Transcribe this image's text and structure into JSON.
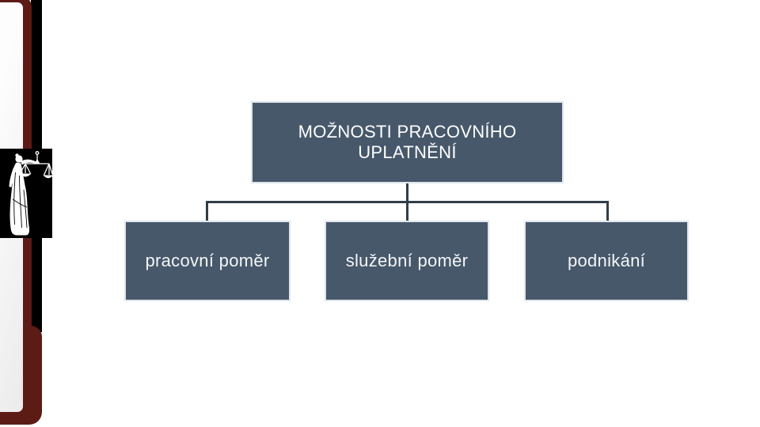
{
  "slide": {
    "title_node": {
      "label": "MOŽNOSTI PRACOVNÍHO UPLATNĚNÍ"
    },
    "child_nodes": [
      {
        "label": "pracovní poměr"
      },
      {
        "label": "služební poměr"
      },
      {
        "label": "podnikání"
      }
    ]
  },
  "chart_data": {
    "type": "hierarchy-diagram",
    "root": "MOŽNOSTI PRACOVNÍHO UPLATNĚNÍ",
    "children": [
      "pracovní poměr",
      "služební poměr",
      "podnikání"
    ],
    "layout": "one parent box connected by elbow lines to three child boxes in a row"
  },
  "icons": {
    "left_art": "lady-justice-with-scales-icon"
  },
  "theme": {
    "slide_background": "#ffffff",
    "node_fill": "#47586b",
    "node_border": "#dfe6ec",
    "node_text": "#f4f6f7",
    "connector": "#323d47",
    "spine_maroon": "#5d1b16",
    "shadow_black": "#000000",
    "page_fill": "#f4f4f4"
  }
}
